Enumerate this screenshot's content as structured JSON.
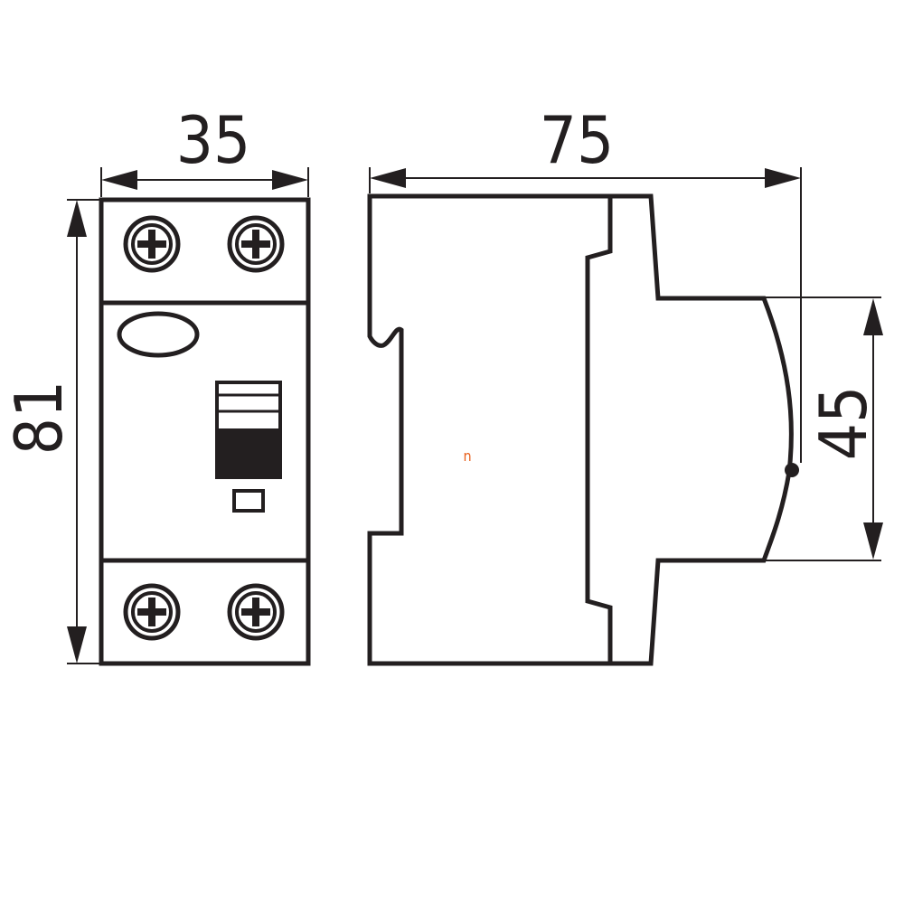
{
  "dimensions": {
    "width": "35",
    "depth": "75",
    "height": "81",
    "front_height": "45"
  },
  "marker": {
    "label": "n"
  },
  "colors": {
    "line": "#231f20",
    "background": "#ffffff",
    "marker": "#e8601c"
  }
}
